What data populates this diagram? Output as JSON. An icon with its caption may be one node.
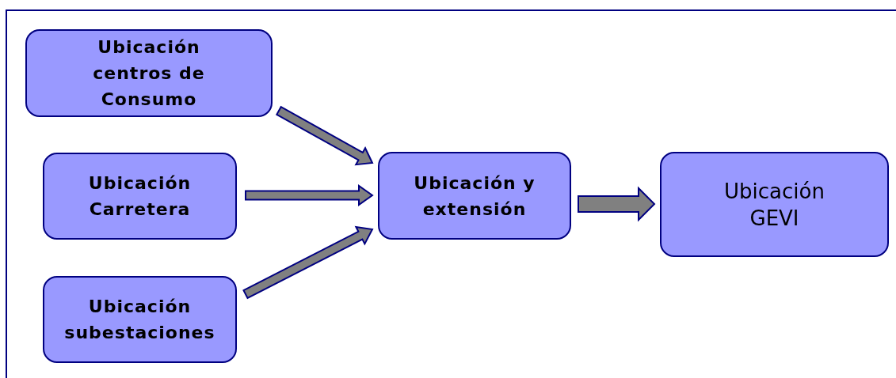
{
  "diagram": {
    "nodes": [
      {
        "text": [
          "Ubicación centros de Consumo"
        ]
      },
      {
        "text": [
          "Ubicación Carretera"
        ]
      },
      {
        "text": [
          "Ubicación subestaciones"
        ]
      },
      {
        "text": [
          "Ubicación y extensión"
        ]
      },
      {
        "text": [
          "Ubicación GEVI"
        ]
      }
    ],
    "edges": [
      {
        "from": 0,
        "to": 3,
        "arrow": "to"
      },
      {
        "from": 1,
        "to": 3,
        "arrow": "to"
      },
      {
        "from": 2,
        "to": 3,
        "arrow": "to"
      },
      {
        "from": 3,
        "to": 4,
        "arrow": "to",
        "style": "thick"
      }
    ]
  }
}
